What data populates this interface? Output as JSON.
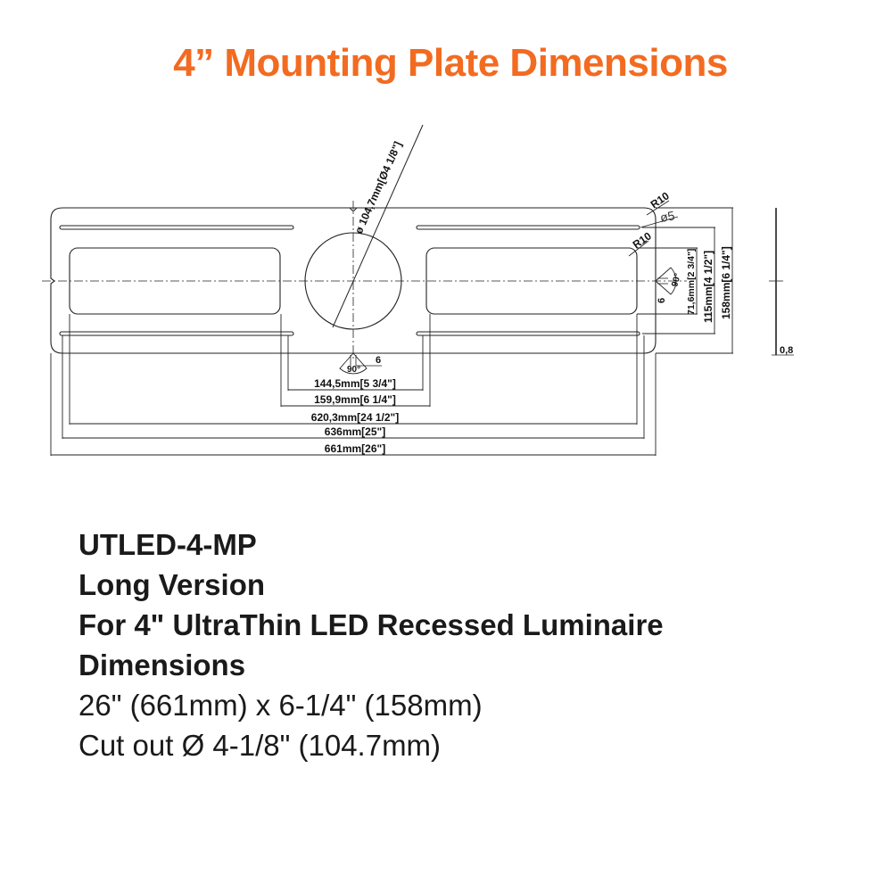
{
  "title": "4” Mounting Plate Dimensions",
  "colors": {
    "title": "#F26B21",
    "line": "#222222",
    "text": "#1a1a1a"
  },
  "drawing": {
    "cutout_label": "ø 104,7mm[Ø4 1/8\"]",
    "corner_radius_outer": "R10",
    "corner_radius_inner": "R10",
    "hole_diameter": "ø5",
    "notch_angle_bottom": "90°",
    "notch_depth_bottom": "6",
    "notch_angle_right": "90°",
    "notch_depth_right": "6",
    "thickness": "0,8",
    "horizontal_dims": [
      {
        "label": "144,5mm[5 3/4\"]"
      },
      {
        "label": "159,9mm[6 1/4\"]"
      },
      {
        "label": "620,3mm[24 1/2\"]"
      },
      {
        "label": "636mm[25\"]"
      },
      {
        "label": "661mm[26\"]"
      }
    ],
    "vertical_dims": [
      {
        "label": "71,6mm[2 3/4\"]"
      },
      {
        "label": "115mm[4 1/2\"]"
      },
      {
        "label": "158mm[6 1/4\"]"
      }
    ]
  },
  "description": {
    "model": "UTLED-4-MP",
    "version": "Long Version",
    "for_line": "For 4\" UltraThin LED Recessed Luminaire",
    "dims_heading": "Dimensions",
    "size": "26\" (661mm) x 6-1/4\" (158mm)",
    "cutout": "Cut out Ø 4-1/8\" (104.7mm)"
  }
}
